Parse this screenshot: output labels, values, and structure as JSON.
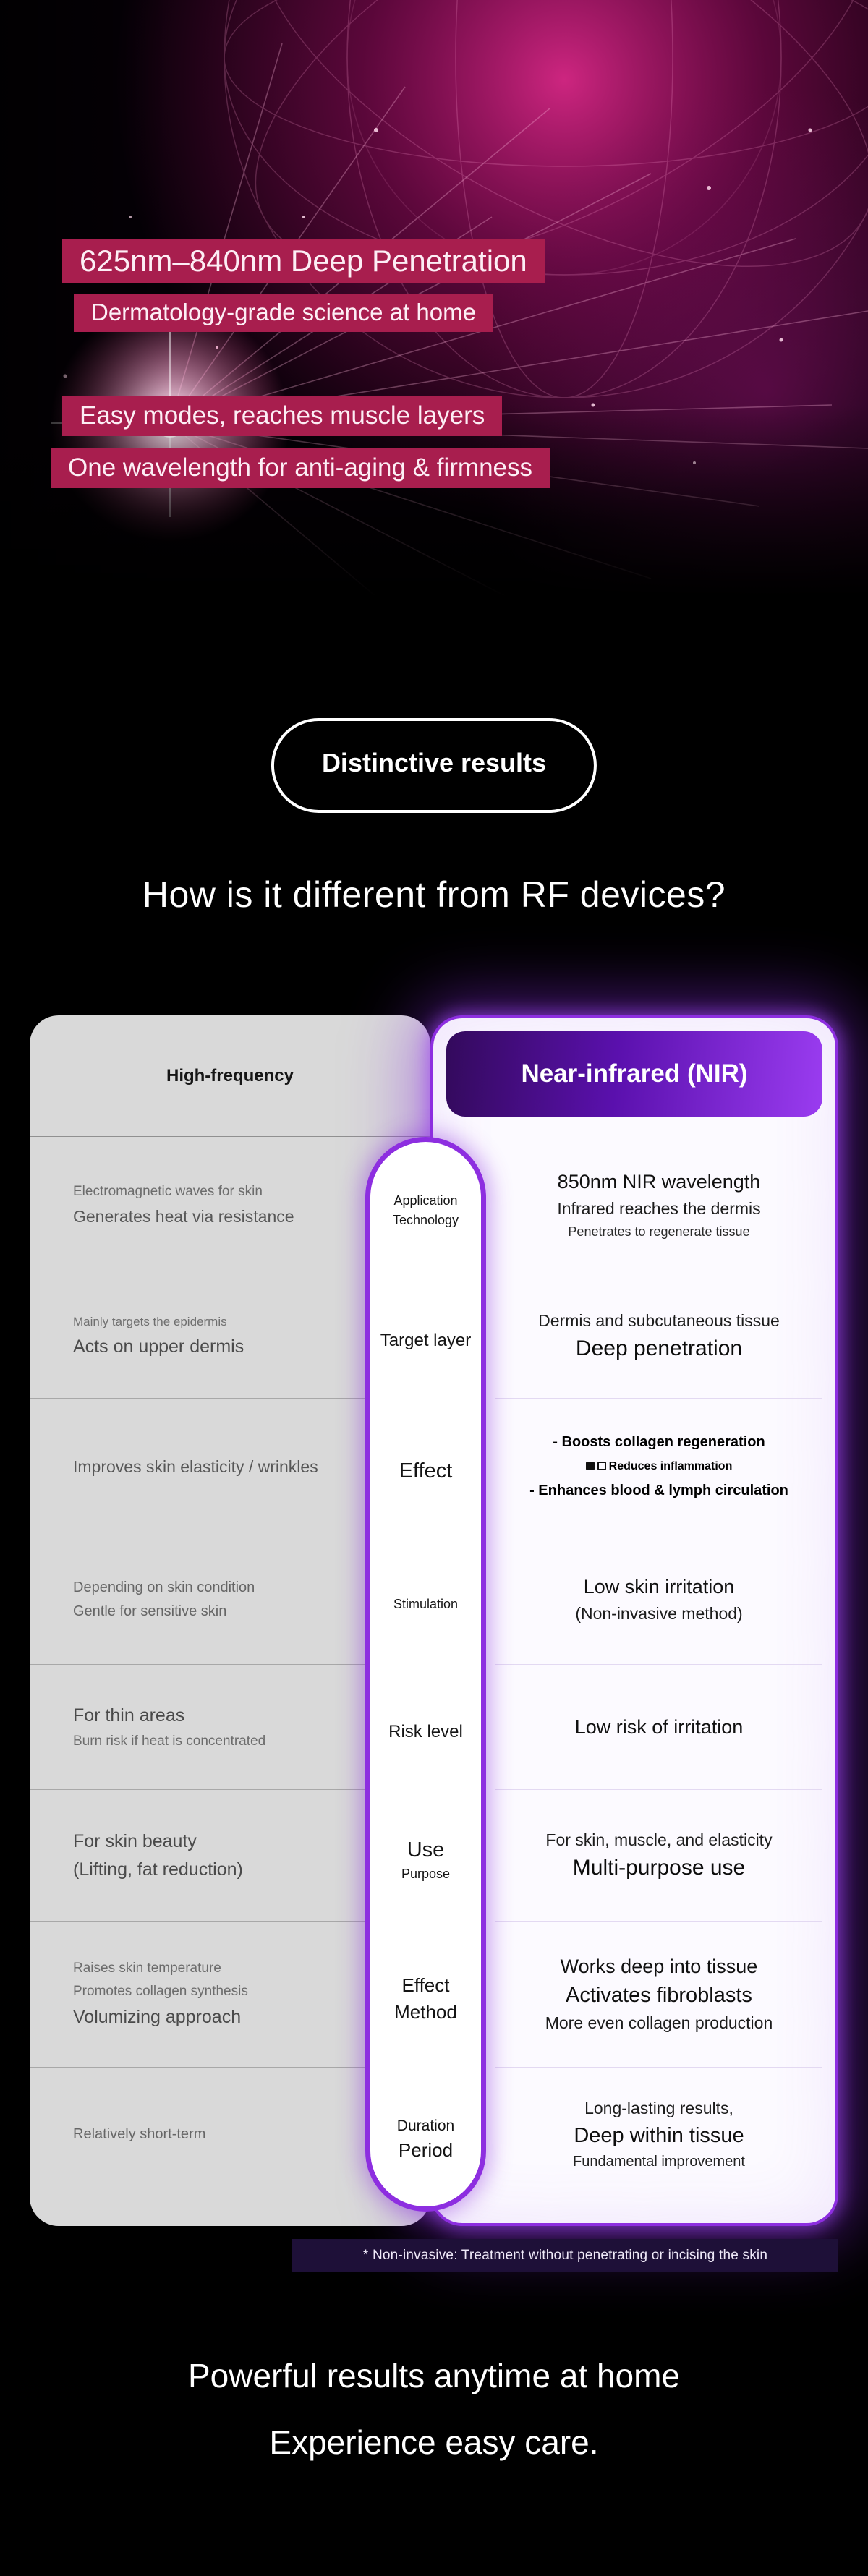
{
  "hero": {
    "lines": [
      "625nm–840nm Deep Penetration",
      "Dermatology-grade science at home",
      "Easy modes, reaches muscle layers",
      "One wavelength for anti-aging & firmness"
    ]
  },
  "badge": {
    "label": "Distinctive results"
  },
  "section_title": "How is it different from RF devices?",
  "comparison": {
    "left_header": "High-frequency",
    "right_header": "Near-infrared (NIR)",
    "rows": [
      {
        "label": [
          "Application",
          "Technology"
        ],
        "left": [
          "Electromagnetic waves for skin",
          "Generates heat via resistance"
        ],
        "right": [
          "850nm NIR wavelength",
          "Infrared reaches the dermis",
          "Penetrates to regenerate tissue"
        ]
      },
      {
        "label": [
          "Target layer"
        ],
        "left": [
          "Mainly targets the epidermis",
          "Acts on upper dermis"
        ],
        "right": [
          "Dermis and subcutaneous tissue",
          "Deep penetration"
        ]
      },
      {
        "label": [
          "Effect"
        ],
        "left": [
          "Improves skin elasticity / wrinkles"
        ],
        "right": [
          "- Boosts collagen regeneration",
          "Reduces inflammation",
          "- Enhances blood & lymph circulation"
        ]
      },
      {
        "label": [
          "Stimulation"
        ],
        "left": [
          "Depending on skin condition",
          "Gentle for sensitive skin"
        ],
        "right": [
          "Low skin irritation",
          "(Non-invasive method)"
        ]
      },
      {
        "label": [
          "Risk level"
        ],
        "left": [
          "For thin areas",
          "Burn risk if heat is concentrated"
        ],
        "right": [
          "Low risk of irritation"
        ]
      },
      {
        "label": [
          "Use",
          "Purpose"
        ],
        "left": [
          "For skin beauty",
          "(Lifting, fat reduction)"
        ],
        "right": [
          "For skin, muscle, and elasticity",
          "Multi-purpose use"
        ]
      },
      {
        "label": [
          "Effect",
          "Method"
        ],
        "left": [
          "Raises skin temperature",
          "Promotes collagen synthesis",
          "Volumizing approach"
        ],
        "right": [
          "Works deep into tissue",
          "Activates fibroblasts",
          "More even collagen production"
        ]
      },
      {
        "label": [
          "Duration",
          "Period"
        ],
        "left": [
          "Relatively short-term"
        ],
        "right": [
          "Long-lasting results,",
          "Deep within tissue",
          "Fundamental improvement"
        ]
      }
    ],
    "footnote": "* Non-invasive: Treatment without penetrating or incising the skin"
  },
  "outro": {
    "line1": "Powerful results anytime at home",
    "line2": "Experience easy care."
  },
  "colors": {
    "highlight_crimson": "#a81e4e",
    "purple_accent": "#8d2ee0",
    "header_gradient_start": "#330a5c",
    "header_gradient_end": "#9a3cf0",
    "footnote_bg": "#1e1038",
    "left_card_bg": "#d9d9d9"
  }
}
